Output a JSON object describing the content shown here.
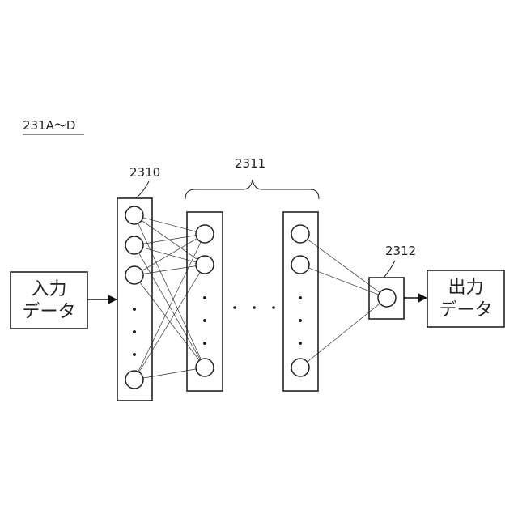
{
  "figure": {
    "title": "231A〜D",
    "layers": {
      "input_ref": "2310",
      "hidden_ref": "2311",
      "output_ref": "2312"
    },
    "input_box": {
      "line1": "入力",
      "line2": "データ"
    },
    "output_box": {
      "line1": "出力",
      "line2": "データ"
    }
  }
}
